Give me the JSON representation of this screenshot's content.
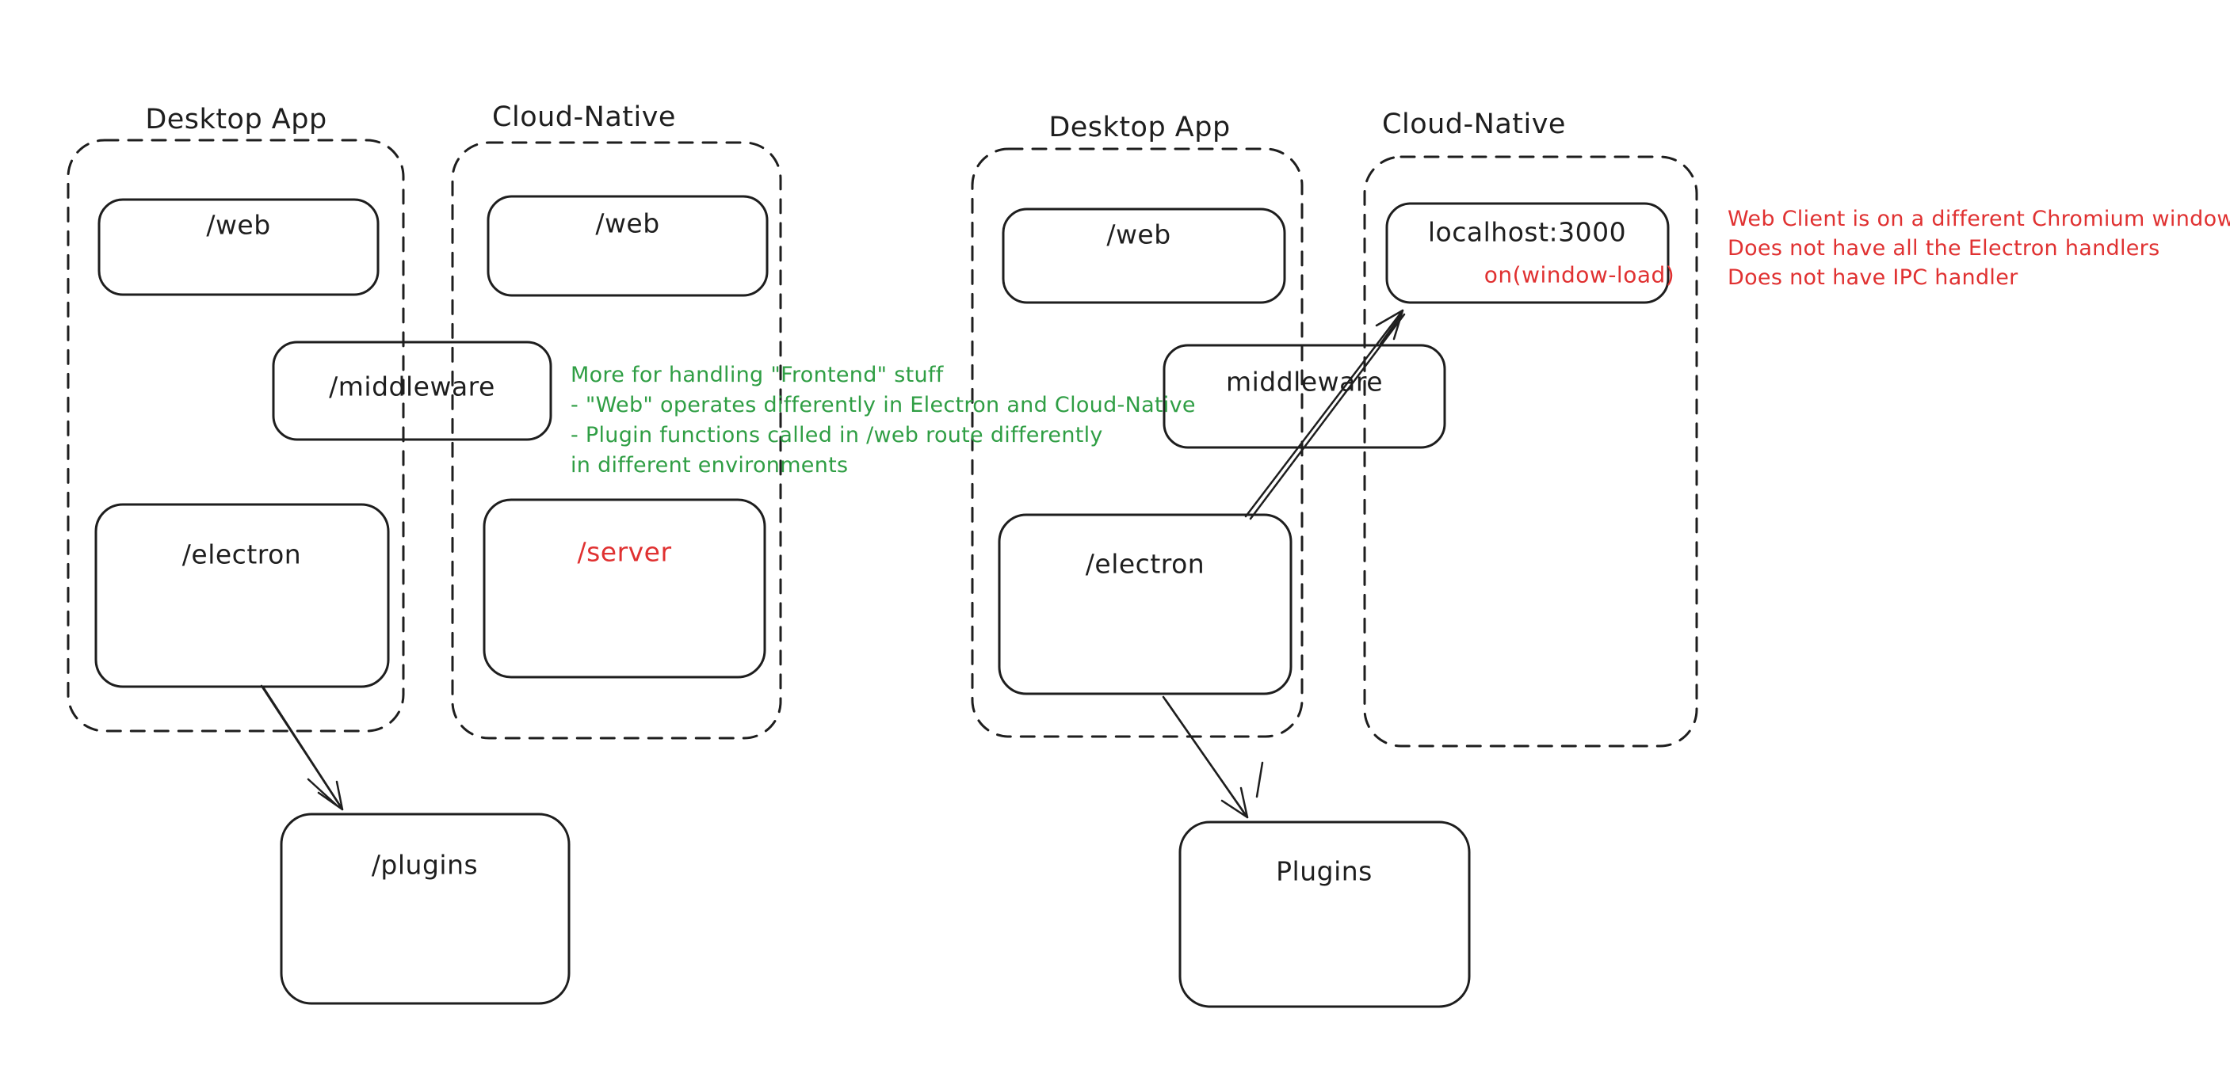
{
  "colors": {
    "stroke": "#1e1e1e",
    "red": "#e03131",
    "green": "#2f9e44",
    "background": "#ffffff"
  },
  "left_diagram": {
    "desktop_container_label": "Desktop App",
    "cloud_container_label": "Cloud-Native",
    "boxes": {
      "web_desktop": "/web",
      "web_cloud": "/web",
      "middleware": "/middleware",
      "electron": "/electron",
      "server": "/server",
      "plugins": "/plugins"
    },
    "green_note_lines": [
      "More for handling \"Frontend\" stuff",
      "- \"Web\" operates differently in Electron and Cloud-Native",
      "- Plugin functions called in /web route differently",
      "in different environments"
    ]
  },
  "right_diagram": {
    "desktop_container_label": "Desktop App",
    "cloud_container_label": "Cloud-Native",
    "boxes": {
      "web": "/web",
      "localhost": "localhost:3000",
      "localhost_handler": "on(window-load)",
      "middleware": "middleware",
      "electron": "/electron",
      "plugins": "Plugins"
    },
    "red_note_lines": [
      "Web Client is on a different Chromium window",
      "Does not have all the Electron handlers",
      "Does not have IPC handler"
    ]
  }
}
